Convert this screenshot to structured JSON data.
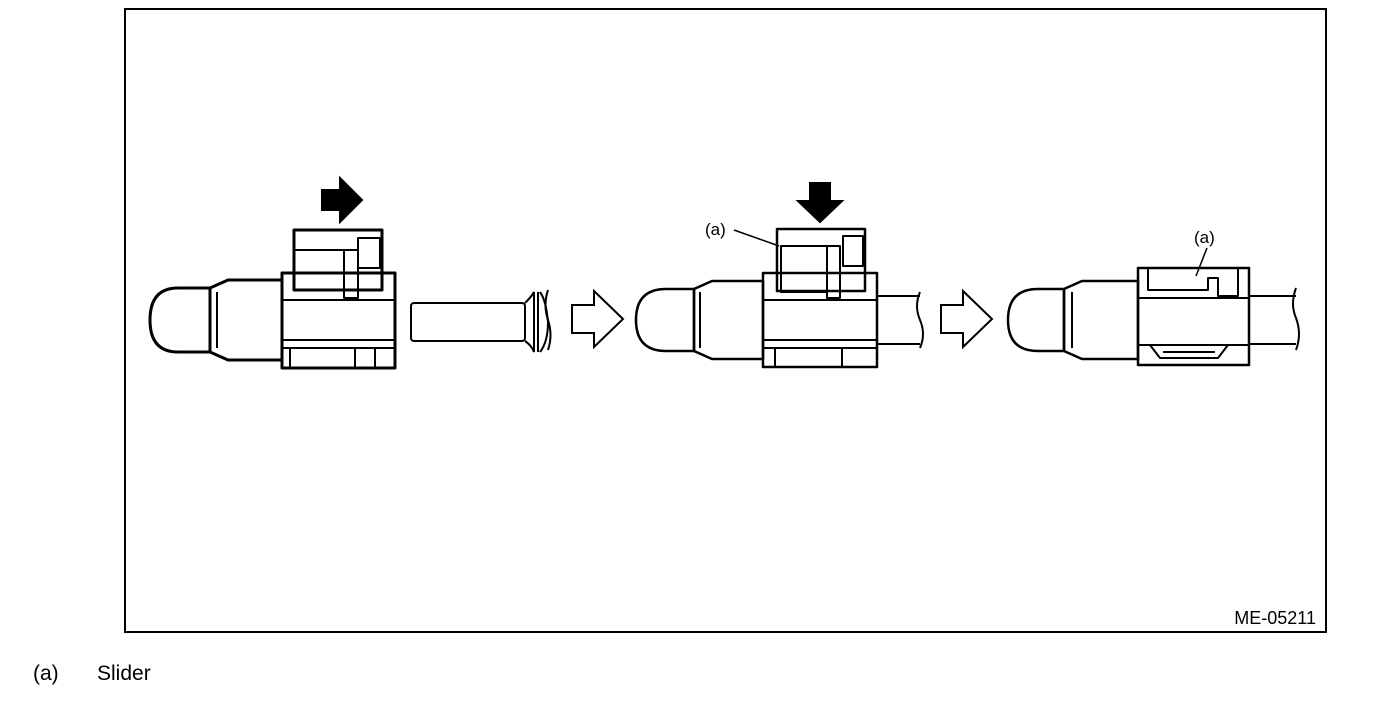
{
  "figure": {
    "id_label": "ME-05211"
  },
  "callouts": {
    "step2": "(a)",
    "step3": "(a)"
  },
  "legend": {
    "key": "(a)",
    "text": "Slider"
  }
}
